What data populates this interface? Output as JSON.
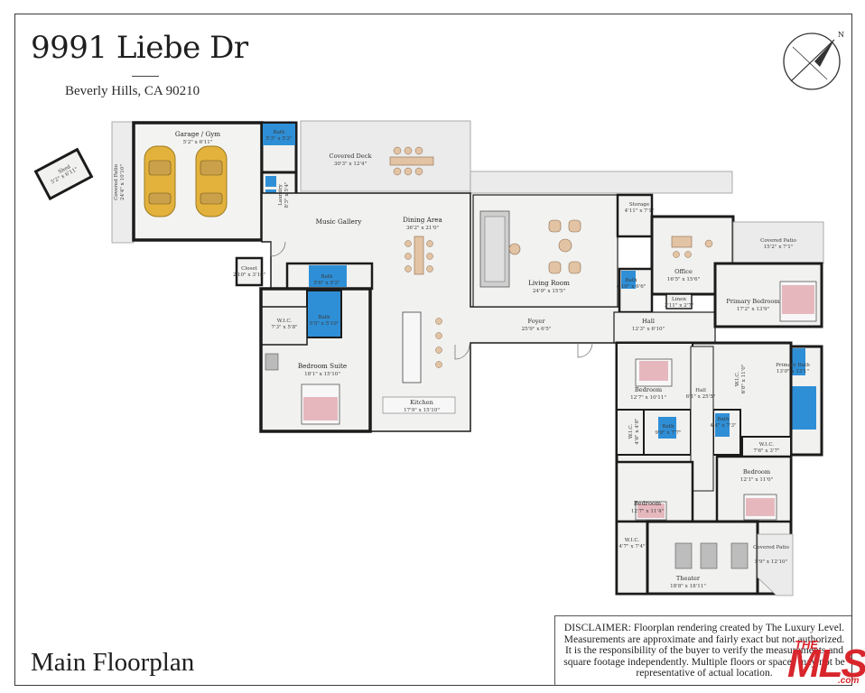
{
  "header": {
    "address": "9991 Liebe Dr",
    "city_line": "Beverly Hills, CA 90210"
  },
  "footer": {
    "plan_title": "Main Floorplan",
    "disclaimer": "DISCLAIMER: Floorplan rendering created by The Luxury Level. Measurements are approximate and fairly exact but not authorized. It is the responsibility of the buyer to verify the measurements and square footage independently. Multiple floors or spaces may not be representative of actual location."
  },
  "logo": {
    "prefix": "THE",
    "name": "MLS",
    "suffix": ".com"
  },
  "compass": {
    "north_label": "N"
  },
  "colors": {
    "wall": "#1b1b1b",
    "floor": "#f1f1ef",
    "patio": "#e9e9e9",
    "bath_tile": "#2f8fd6",
    "car": "#e3b23c",
    "wood": "#e2c3a3",
    "rug": "#e6b8bd",
    "mls_red": "#d8262c"
  },
  "rooms": {
    "shed": {
      "name": "Shed",
      "dims": "5'2\" x 6'11\""
    },
    "covered_patio_west": {
      "name": "Covered Patio",
      "dims": "24'4\" x 10'10\""
    },
    "garage": {
      "name": "Garage / Gym",
      "dims": "5'2\" x 6'11\""
    },
    "garage_bath": {
      "name": "Bath",
      "dims": "5'3\" x 5'2\""
    },
    "laundry": {
      "name": "Laundry",
      "dims": "8'3\" x 5'4\""
    },
    "covered_deck": {
      "name": "Covered Deck",
      "dims": "30'3\" x 12'4\""
    },
    "music_gallery": {
      "name": "Music Gallery"
    },
    "dining_area": {
      "name": "Dining Area",
      "dims": "36'2\" x 21'0\""
    },
    "living_room": {
      "name": "Living Room",
      "dims": "24'9\" x 15'5\""
    },
    "storage": {
      "name": "Storage",
      "dims": "4'11\" x 7'1\""
    },
    "office": {
      "name": "Office",
      "dims": "16'5\" x 15'6\""
    },
    "covered_patio_ne": {
      "name": "Covered Patio",
      "dims": "15'2\" x 7'1\""
    },
    "closet": {
      "name": "Closet",
      "dims": "2'10\" x 3'10\""
    },
    "hall_bath_1": {
      "name": "Bath",
      "dims": "5'6\" x 5'2\""
    },
    "suite_bath": {
      "name": "Bath",
      "dims": "5'5\" x 5'10\""
    },
    "suite_wic": {
      "name": "W.I.C.",
      "dims": "7'3\" x 5'8\""
    },
    "bedroom_suite": {
      "name": "Bedroom Suite",
      "dims": "18'1\" x 15'10\""
    },
    "kitchen": {
      "name": "Kitchen",
      "dims": "17'9\" x 15'10\""
    },
    "foyer": {
      "name": "Foyer",
      "dims": "25'9\" x 6'5\""
    },
    "powder_bath": {
      "name": "Bath",
      "dims": "4'10\" x 6'6\""
    },
    "linen": {
      "name": "Linen",
      "dims": "3'11\" x 2'7\""
    },
    "hall_main": {
      "name": "Hall",
      "dims": "12'3\" x 6'10\""
    },
    "primary_bedroom": {
      "name": "Primary Bedroom",
      "dims": "17'2\" x 13'9\""
    },
    "primary_wic": {
      "name": "W.I.C.",
      "dims": "6'8\" x 11'0\""
    },
    "primary_bath": {
      "name": "Primary Bath",
      "dims": "13'0\" x 13'1\""
    },
    "bedroom_2": {
      "name": "Bedroom",
      "dims": "12'7\" x 10'11\""
    },
    "hall_wing": {
      "name": "Hall",
      "dims": "6'1\" x 25'5\""
    },
    "wic_2": {
      "name": "W.I.C.",
      "dims": "4'6\" x 4'8\""
    },
    "bath_2": {
      "name": "Bath",
      "dims": "9'9\" x 7'7\""
    },
    "bath_3": {
      "name": "Bath",
      "dims": "4'4\" x 7'3\""
    },
    "wic_3": {
      "name": "W.I.C.",
      "dims": "7'6\" x 3'7\""
    },
    "bedroom_3": {
      "name": "Bedroom",
      "dims": "12'1\" x 11'0\""
    },
    "bedroom_4": {
      "name": "Bedroom",
      "dims": "12'7\" x 11'4\""
    },
    "wic_4": {
      "name": "W.I.C.",
      "dims": "4'7\" x 7'4\""
    },
    "theater": {
      "name": "Theater",
      "dims": "18'8\" x 18'11\""
    },
    "covered_patio_se": {
      "name": "Covered Patio",
      "dims": "5'9\" x 12'10\""
    }
  }
}
